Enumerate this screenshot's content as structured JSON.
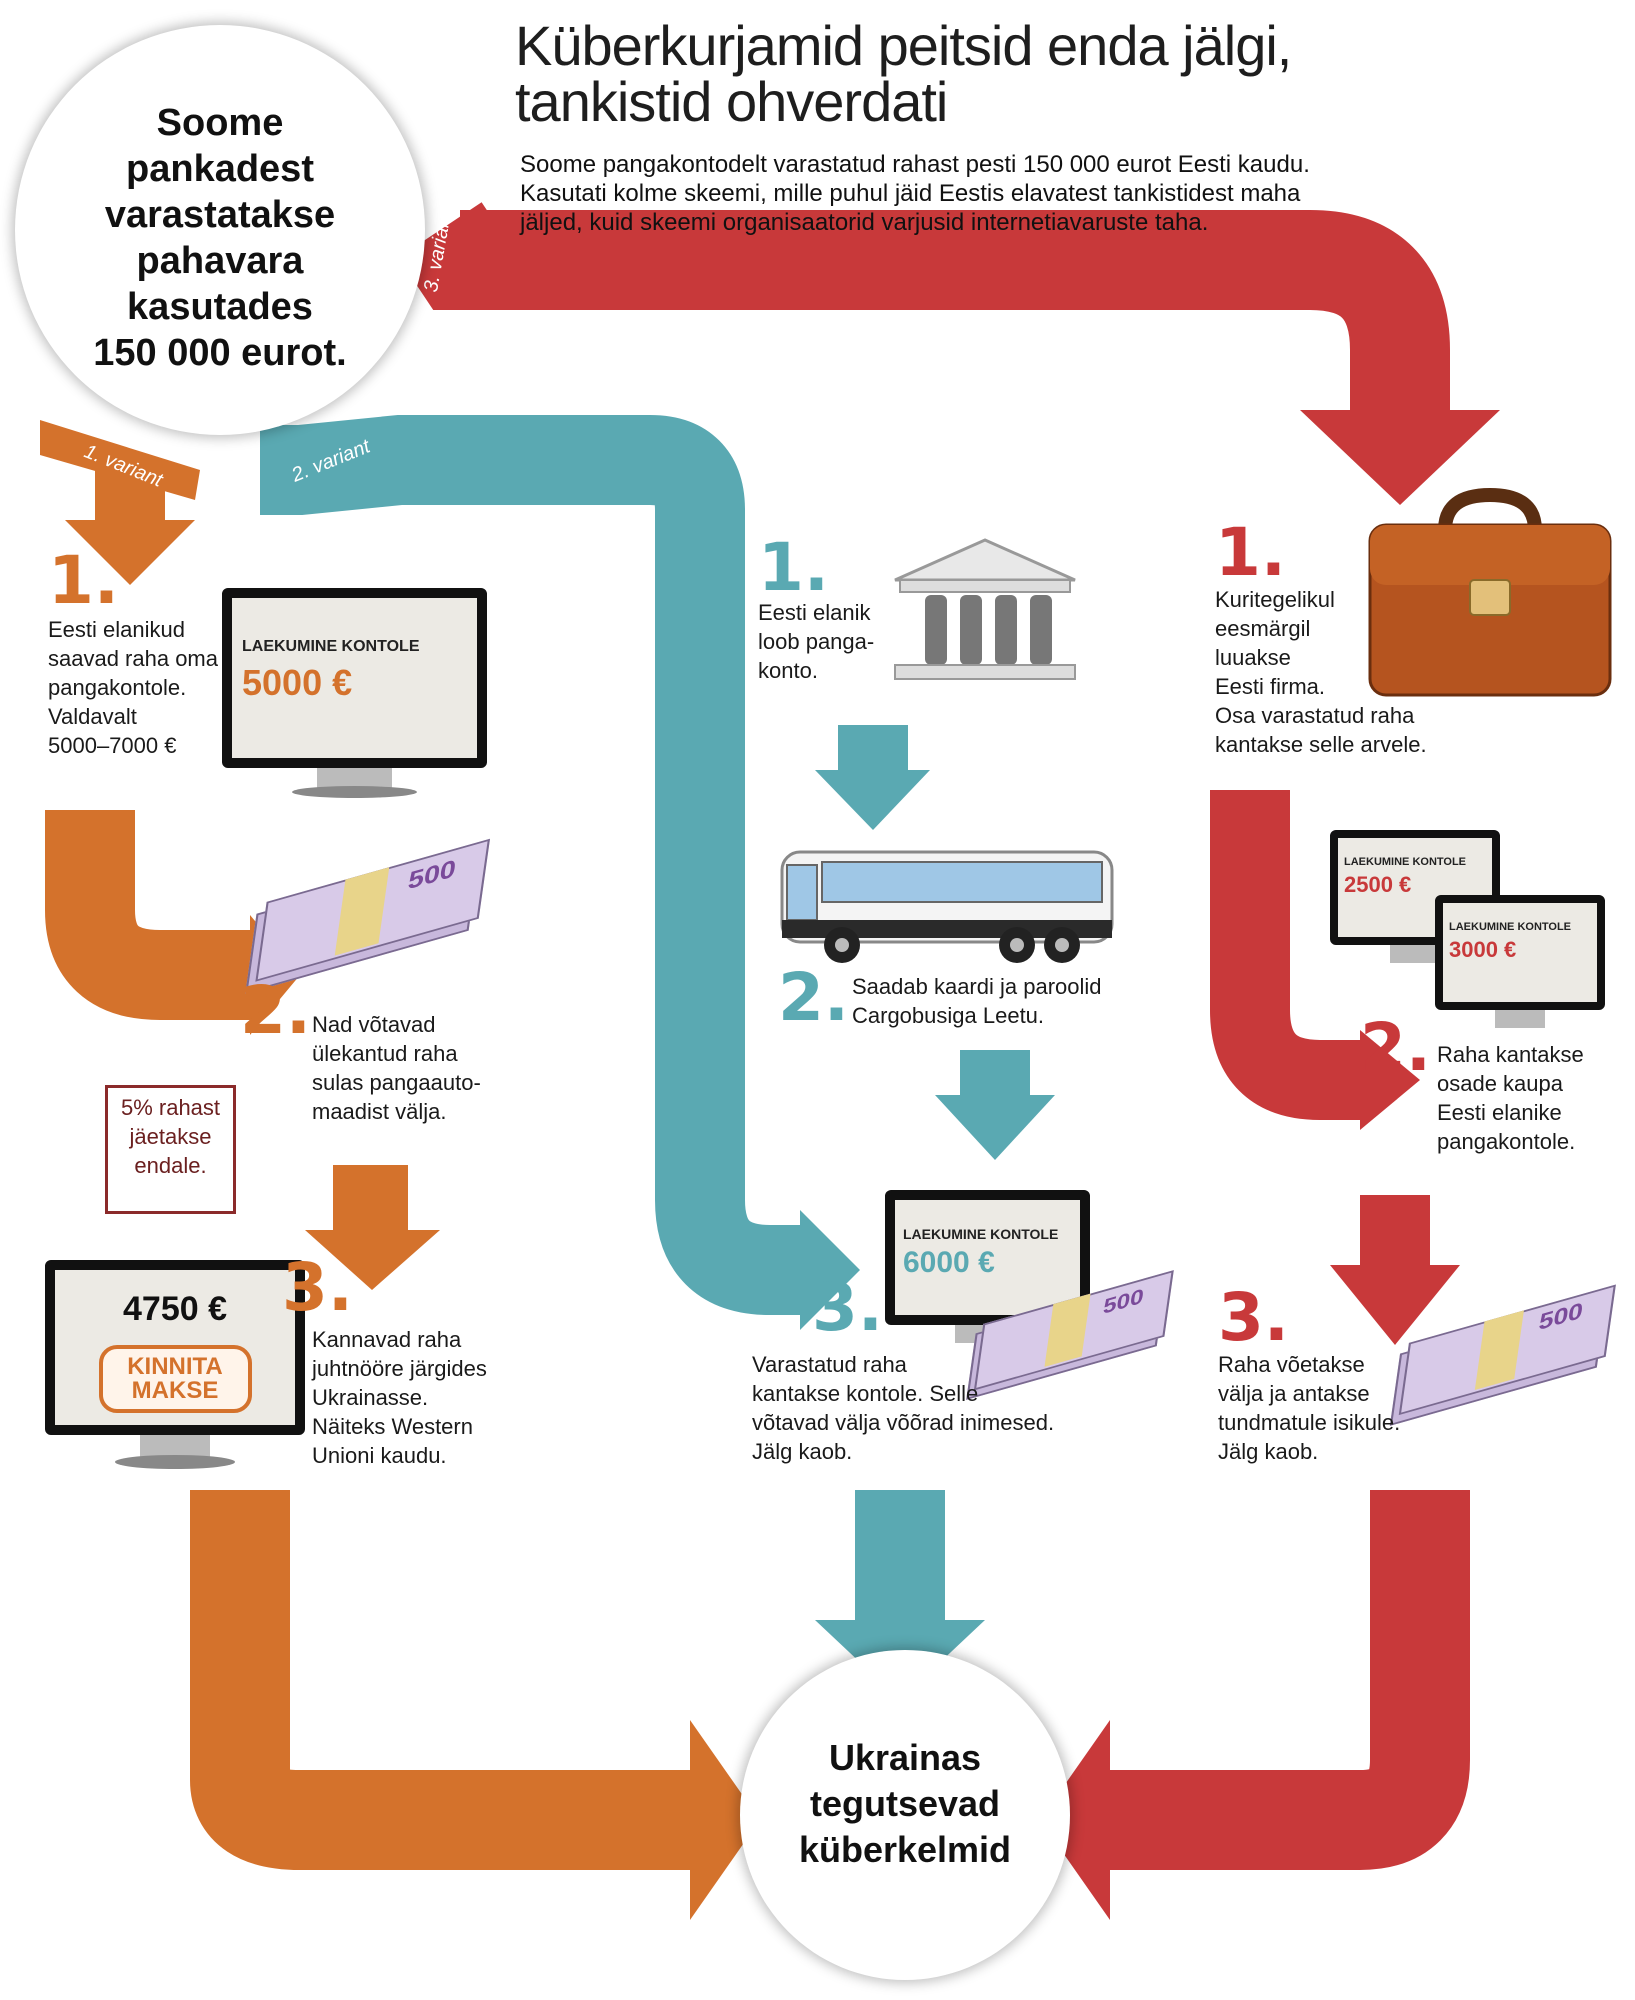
{
  "title": {
    "line1": "Küberkurjamid peitsid enda jälgi,",
    "line2": "tankistid ohverdati"
  },
  "intro": {
    "line1": "Soome pangakontodelt varastatud rahast pesti 150 000 eurot Eesti kaudu.",
    "line2": "Kasutati kolme skeemi, mille puhul jäid Eestis elavatest tankistidest maha",
    "line3": "jäljed, kuid skeemi organisaatorid varjusid internetiavaruste taha."
  },
  "start_circle": {
    "lines": [
      "Soome",
      "pankadest",
      "varastatakse",
      "pahavara",
      "kasutades",
      "150 000 eurot."
    ]
  },
  "end_circle": {
    "lines": [
      "Ukrainas",
      "tegutsevad",
      "küberkelmid"
    ]
  },
  "variants": {
    "v1": "1. variant",
    "v2": "2. variant",
    "v3": "3. variant"
  },
  "colors": {
    "orange": "#d4722c",
    "teal": "#5aa9b2",
    "red": "#c8393a"
  },
  "variant1": {
    "step1_num": "1.",
    "step1_lines": [
      "Eesti elanikud",
      "saavad raha oma",
      "pangakontole.",
      "Valdavalt",
      "5000–7000 €"
    ],
    "monitor_head": "LAEKUMINE KONTOLE",
    "monitor_amount": "5000 €",
    "step2_num": "2.",
    "step2_lines": [
      "Nad võtavad",
      "ülekantud raha",
      "sulas pangaauto-",
      "maadist välja."
    ],
    "note_lines": [
      "5% rahast",
      "jäetakse",
      "endale."
    ],
    "step3_num": "3.",
    "step3_lines": [
      "Kannavad raha",
      "juhtnööre järgides",
      "Ukrainasse.",
      "Näiteks Western",
      "Unioni kaudu."
    ],
    "pay_amount": "4750 €",
    "pay_button_line1": "KINNITA",
    "pay_button_line2": "MAKSE"
  },
  "variant2": {
    "step1_num": "1.",
    "step1_lines": [
      "Eesti elanik",
      "loob panga-",
      "konto."
    ],
    "step2_num": "2.",
    "step2_lines": [
      "Saadab kaardi ja paroolid",
      "Cargobusiga Leetu."
    ],
    "step3_num": "3.",
    "monitor_head": "LAEKUMINE KONTOLE",
    "monitor_amount": "6000 €",
    "step3_lines": [
      "Varastatud raha",
      "kantakse kontole. Selle",
      "võtavad välja võõrad inimesed.",
      "Jälg kaob."
    ]
  },
  "variant3": {
    "step1_num": "1.",
    "step1_lines": [
      "Kuritegelikul",
      "eesmärgil",
      "luuakse",
      "Eesti firma.",
      "Osa varastatud raha",
      "kantakse selle arvele."
    ],
    "monitor_a_head": "LAEKUMINE KONTOLE",
    "monitor_a_amount": "2500 €",
    "monitor_b_head": "LAEKUMINE KONTOLE",
    "monitor_b_amount": "3000 €",
    "step2_num": "2.",
    "step2_lines": [
      "Raha kantakse",
      "osade kaupa",
      "Eesti elanike",
      "pangakontole."
    ],
    "step3_num": "3.",
    "step3_lines": [
      "Raha võetakse",
      "välja ja antakse",
      "tundmatule isikule.",
      "Jälg kaob."
    ]
  },
  "banknote_label": "500"
}
